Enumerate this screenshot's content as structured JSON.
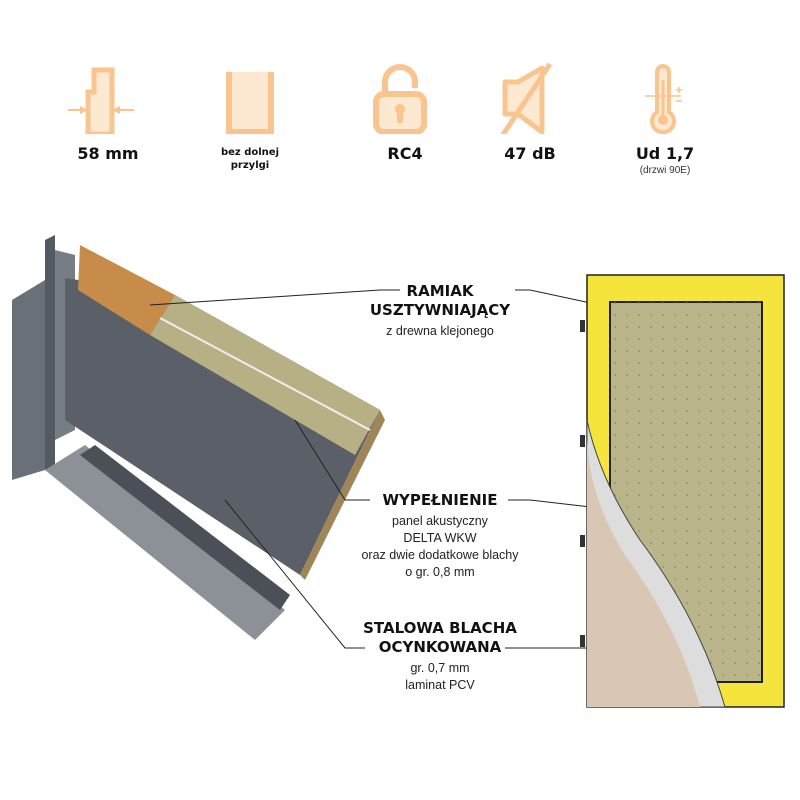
{
  "features": [
    {
      "icon": "thickness-icon",
      "label": "58 mm"
    },
    {
      "icon": "no-threshold-icon",
      "label_lines": [
        "bez dolnej",
        "przylgi"
      ]
    },
    {
      "icon": "padlock-icon",
      "label": "RC4"
    },
    {
      "icon": "sound-muted-icon",
      "label": "47 dB"
    },
    {
      "icon": "thermometer-icon",
      "label": "Ud 1,7",
      "sub": "(drzwi 90E)"
    }
  ],
  "callouts": {
    "frame": {
      "title_lines": [
        "RAMIAK",
        "USZTYWNIAJĄCY"
      ],
      "desc_lines": [
        "z drewna klejonego"
      ]
    },
    "filling": {
      "title_lines": [
        "WYPEŁNIENIE"
      ],
      "desc_lines": [
        "panel akustyczny",
        "DELTA WKW",
        "oraz dwie dodatkowe blachy",
        "o gr. 0,8 mm"
      ]
    },
    "sheet": {
      "title_lines": [
        "STALOWA BLACHA",
        "OCYNKOWANA"
      ],
      "desc_lines": [
        "gr. 0,7 mm",
        "laminat PCV"
      ]
    }
  },
  "colors": {
    "icon": "#f9c48e",
    "icon_fill": "#fde8d2",
    "frame_yellow": "#f4e43c",
    "panel": "#b9b48a",
    "steel": "#5b6068",
    "wood": "#d9c7b3"
  }
}
